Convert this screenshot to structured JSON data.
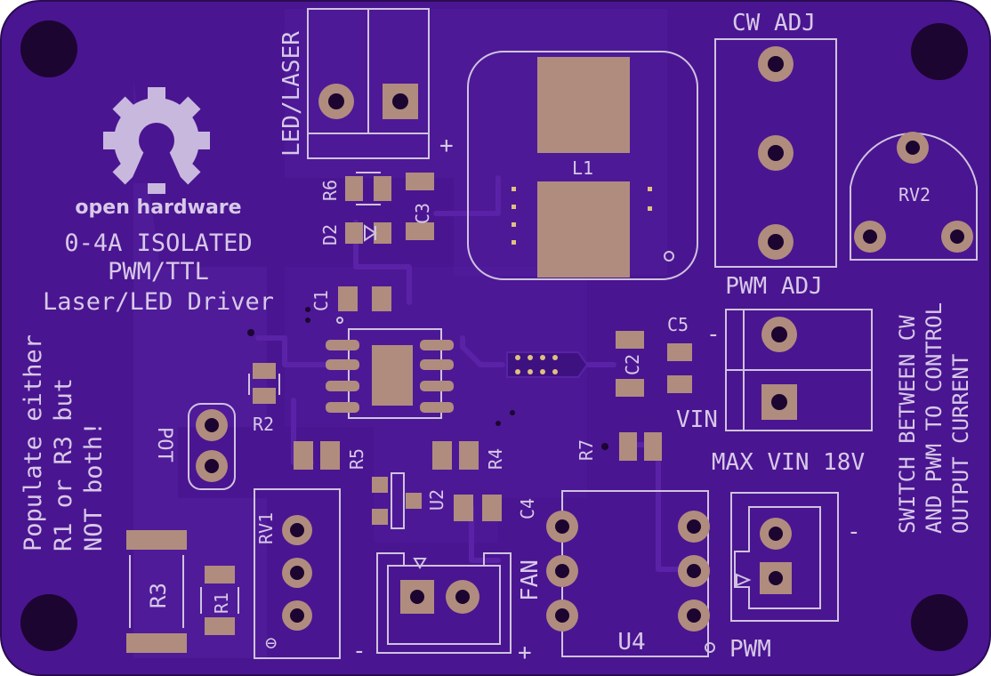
{
  "board": {
    "colors": {
      "substrate": "#4a1591",
      "copper_pour": "#5a22a6",
      "silkscreen": "#d7c9e8",
      "pad": "#b08c7e",
      "hole": "#1c0530",
      "edge": "#2a0b52"
    },
    "logo": {
      "text": "open hardware"
    },
    "title_lines": [
      "0-4A ISOLATED",
      "PWM/TTL",
      "Laser/LED Driver"
    ],
    "note_lines": [
      "Populate either",
      "R1 or R3 but",
      "NOT both!"
    ],
    "switch_note_lines": [
      "SWITCH BETWEEN CW",
      "AND PWM TO CONTROL",
      "OUTPUT CURRENT"
    ],
    "labels": {
      "led_laser": "LED/LASER",
      "plus": "+",
      "minus": "-",
      "cw_adj": "CW ADJ",
      "pwm_adj": "PWM ADJ",
      "vin": "VIN",
      "max_vin": "MAX VIN 18V",
      "fan": "FAN",
      "pwm": "PWM",
      "pot": "POT",
      "gnd_mark": "⊖"
    },
    "refdes": {
      "L1": "L1",
      "R6": "R6",
      "C3": "C3",
      "D2": "D2",
      "C1": "C1",
      "R2": "R2",
      "R5": "R5",
      "R4": "R4",
      "C2": "C2",
      "C5": "C5",
      "R7": "R7",
      "U2": "U2",
      "C4": "C4",
      "RV1": "RV1",
      "RV2": "RV2",
      "R3": "R3",
      "R1": "R1",
      "U4": "U4"
    }
  }
}
